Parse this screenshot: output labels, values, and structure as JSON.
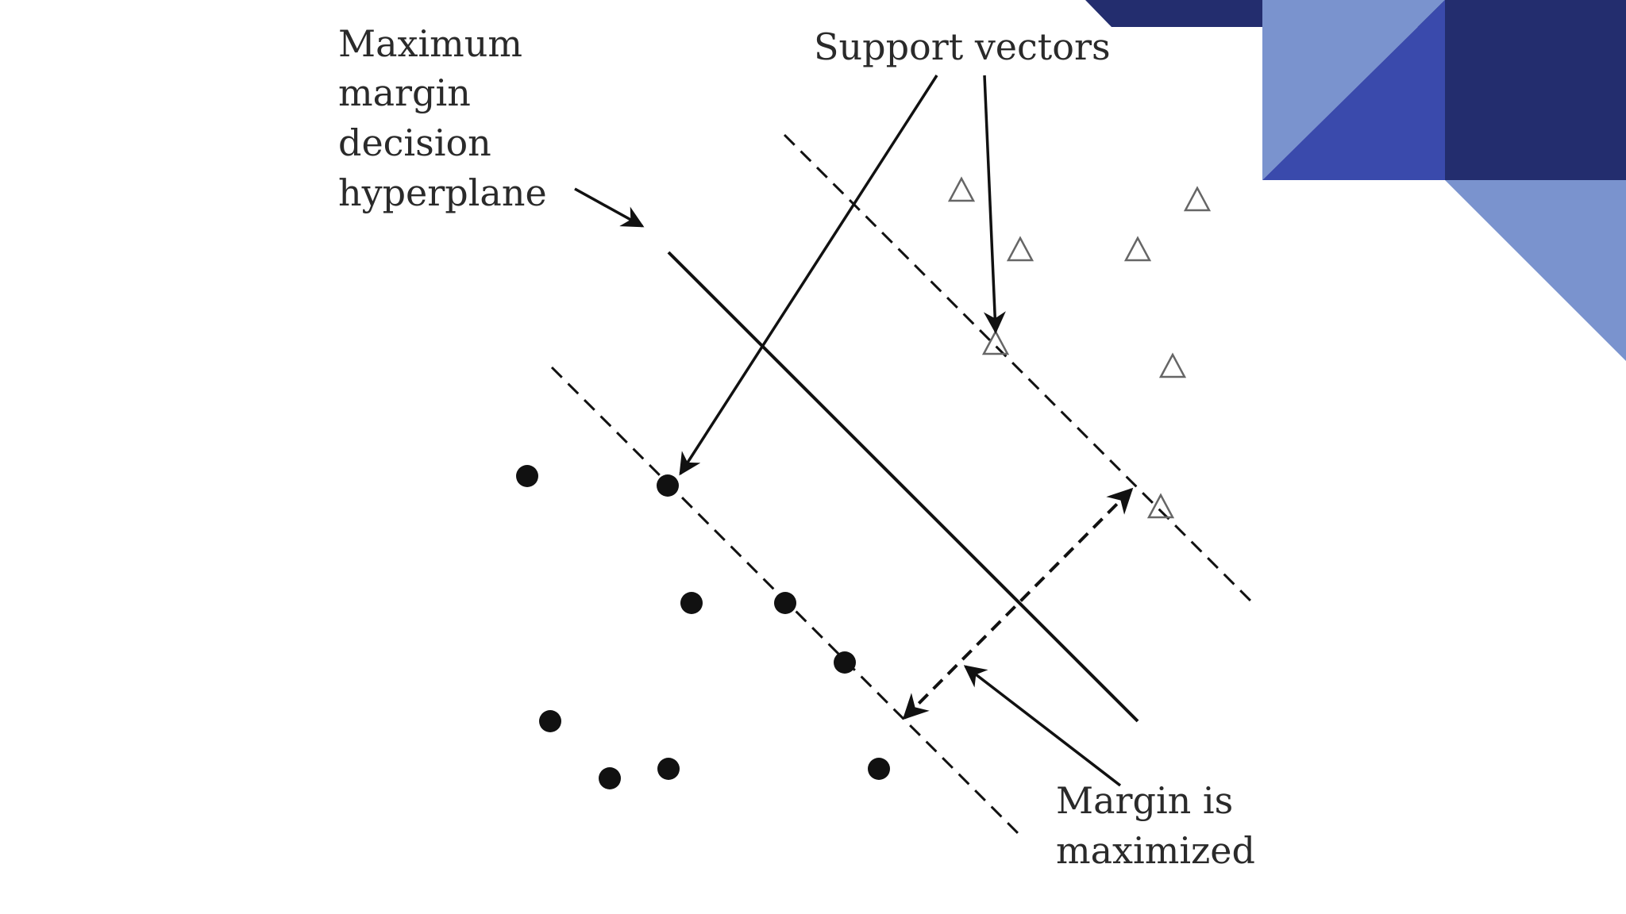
{
  "slide": {
    "decor_colors": {
      "dark": "#232d6e",
      "mid": "#3a4aac",
      "light": "#7a93ce",
      "background": "#ffffff"
    }
  },
  "diagram": {
    "labels": {
      "hyperplane_line1": "Maximum",
      "hyperplane_line2": "margin",
      "hyperplane_line3": "decision",
      "hyperplane_line4": "hyperplane",
      "support_vectors": "Support vectors",
      "margin_line1": "Margin is",
      "margin_line2": "maximized"
    },
    "class_a_marker": "filled-circle",
    "class_b_marker": "hollow-triangle"
  }
}
